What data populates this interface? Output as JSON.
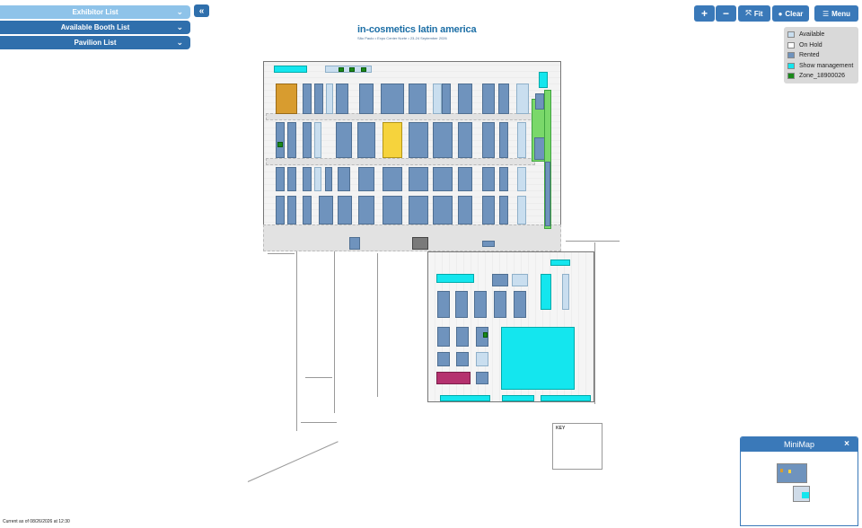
{
  "panels": {
    "exhibitor_list": "Exhibitor List",
    "available_booth_list": "Available Booth List",
    "pavilion_list": "Pavilion List"
  },
  "toolbar": {
    "zoom_in": "+",
    "zoom_out": "−",
    "fit": "Fit",
    "clear": "Clear",
    "menu": "Menu"
  },
  "legend": [
    {
      "label": "Available",
      "color": "#c9deef"
    },
    {
      "label": "On Hold",
      "color": "#ffffff"
    },
    {
      "label": "Rented",
      "color": "#6f93bd"
    },
    {
      "label": "Show management",
      "color": "#14e6ee"
    },
    {
      "label": "Zone_18900026",
      "color": "#1a8a1a"
    }
  ],
  "floorplan": {
    "title": "in-cosmetics latin america",
    "subtitle": "São Paulo • Expo Center Norte • 23-24 September 2026",
    "key_label": "KEY"
  },
  "minimap": {
    "title": "MiniMap",
    "close": "×"
  },
  "footer": {
    "timestamp": "Current as of 08/26/2026 at 12:30"
  }
}
